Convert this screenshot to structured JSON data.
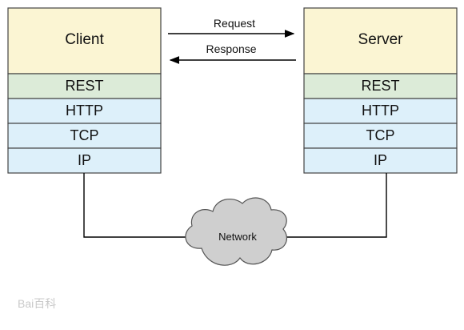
{
  "diagram": {
    "client": {
      "title": "Client",
      "layers": [
        "REST",
        "HTTP",
        "TCP",
        "IP"
      ]
    },
    "server": {
      "title": "Server",
      "layers": [
        "REST",
        "HTTP",
        "TCP",
        "IP"
      ]
    },
    "request_label": "Request",
    "response_label": "Response",
    "network_label": "Network",
    "watermark": "Bai百科"
  },
  "colors": {
    "title_fill": "#fbf5d3",
    "rest_fill": "#dcebd8",
    "http_fill": "#ddf0fa",
    "tcp_fill": "#ddf0fa",
    "ip_fill": "#ddf0fa",
    "cloud_fill": "#cfcfcf",
    "line": "#000000"
  }
}
